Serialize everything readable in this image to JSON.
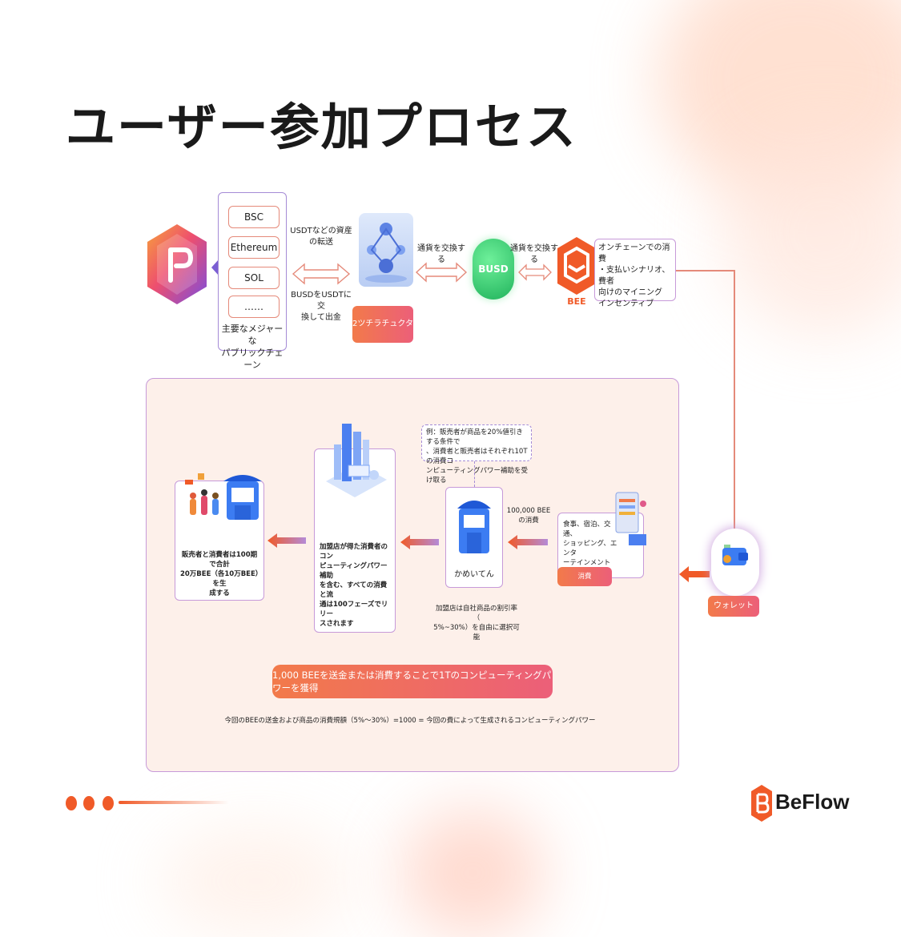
{
  "title": "ユーザー参加プロセス",
  "chains": {
    "items": [
      "BSC",
      "Ethereum",
      "SOL",
      "……"
    ],
    "caption": "主要なメジャーな\nパブリックチェーン"
  },
  "flow": {
    "transfer_top": "USDTなどの資産\nの転送",
    "transfer_bottom": "BUSDをUSDTに交\n換して出金",
    "exchange_label_1": "通貨を交換する",
    "exchange_label_2": "通貨を交換する",
    "platform_label": "2ツチラチュクタ",
    "busd_label": "BUSD",
    "bee_label": "BEE",
    "bee_desc": "オンチェーンでの消費\n・支払いシナリオ、費者\n向けのマイニング\nインセンティブ"
  },
  "process": {
    "note": "例：販売者が商品を20%値引きする条件で\n、消費者と販売者はそれぞれ10Tの消費コ\nンピューティングパワー補助を受け取る",
    "final_text": "販売者と消費者は100期で合計\n20万BEE（各10万BEE）を生\n成する",
    "city_text": "加盟店が得た消費者のコン\nピューティングパワー補助\nを含む、すべての消費と流\n通は100フェーズでリリー\nスされます",
    "shop_label": "かめいてん",
    "shop_note": "加盟店は自社商品の割引率（\n5%~30%）を自由に選択可能",
    "consumption_amount": "100,000 BEE\nの消費",
    "consumption_desc": "食事、宿泊、交通、\nショッピング、エンタ\nーテインメント",
    "consumption_label": "消費",
    "wallet_label": "ウォレット",
    "banner": "1,000 BEEを送金または消費することで1Tのコンピューティングパワーを獲得",
    "formula": "今回のBEEの送金および商品の消費規額（5%～30%）=1000 = 今回の費によって生成されるコンピューティングパワー"
  },
  "brand": {
    "name": "BeFlow"
  },
  "colors": {
    "accent": "#f05a28",
    "purple": "#a58bd6",
    "panel": "#fdf0ea",
    "busd": "#3fd17a"
  }
}
